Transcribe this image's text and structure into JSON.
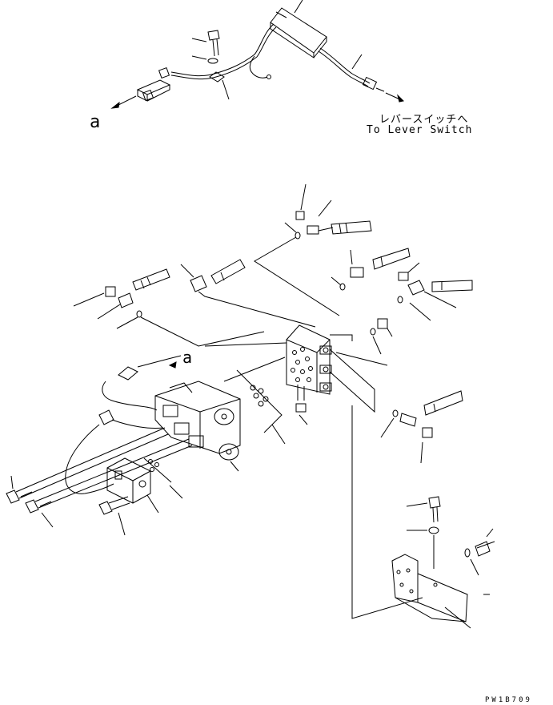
{
  "labels": {
    "lever_switch_ja": "レバースイッチへ",
    "lever_switch_en": "To Lever Switch",
    "connection_a_top": "a",
    "connection_a_mid": "a",
    "drawing_id": "PW1B709"
  },
  "colors": {
    "line": "#000000",
    "background": "#ffffff"
  }
}
